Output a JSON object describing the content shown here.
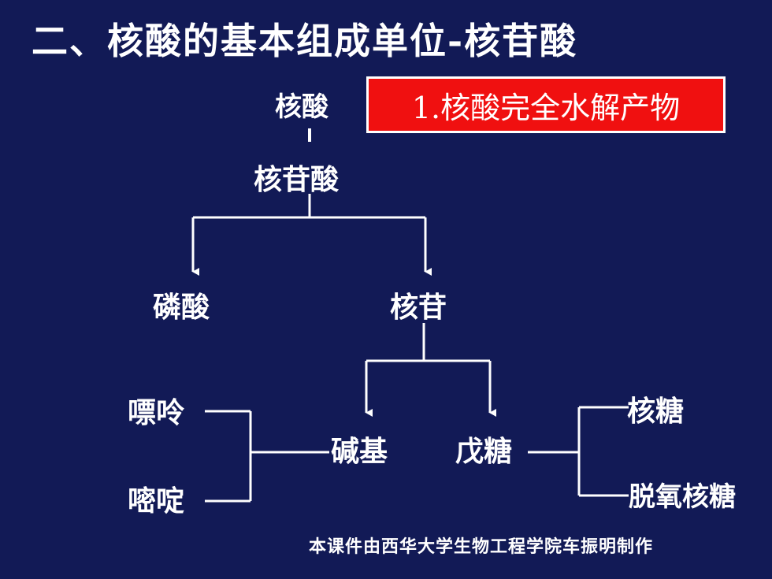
{
  "title": "二、核酸的基本组成单位-核苷酸",
  "highlight_box": "1.核酸完全水解产物",
  "nodes": {
    "nucleic_acid": "核酸",
    "nucleotide": "核苷酸",
    "phosphate": "磷酸",
    "nucleoside": "核苷",
    "purine": "嘌呤",
    "pyrimidine": "嘧啶",
    "base": "碱基",
    "pentose": "戊糖",
    "ribose": "核糖",
    "deoxyribose": "脱氧核糖"
  },
  "footer": "本课件由西华大学生物工程学院车振明制作",
  "colors": {
    "background": "#121a56",
    "text": "#ffffff",
    "box": "#f01010"
  }
}
